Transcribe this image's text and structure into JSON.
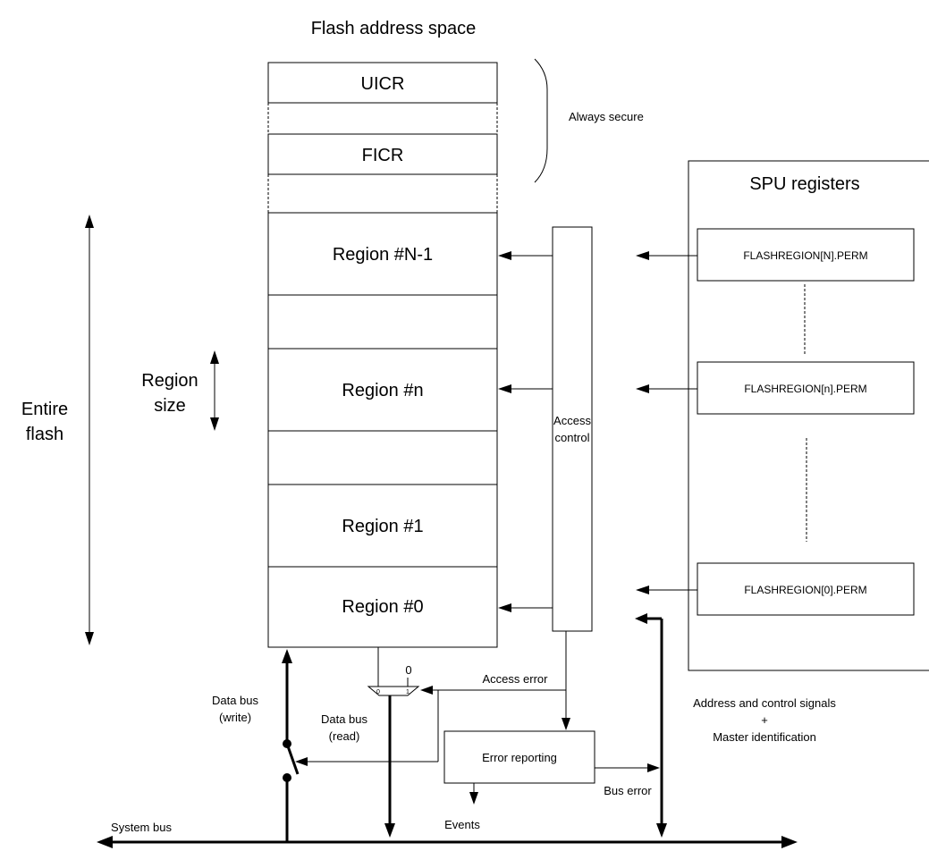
{
  "title": "Flash address space",
  "flash": {
    "uicr": "UICR",
    "ficr": "FICR",
    "regions": [
      "Region #N-1",
      "Region #n",
      "Region #1",
      "Region #0"
    ],
    "always_secure": "Always secure",
    "entire_flash": [
      "Entire",
      "flash"
    ],
    "region_size": [
      "Region",
      "size"
    ]
  },
  "access_control": [
    "Access",
    "control"
  ],
  "spu": {
    "title": "SPU registers",
    "registers": [
      "FLASHREGION[N].PERM",
      "FLASHREGION[n].PERM",
      "FLASHREGION[0].PERM"
    ]
  },
  "mux": {
    "zero": "0",
    "in0": "0",
    "in1": "1"
  },
  "labels": {
    "access_error": "Access error",
    "data_bus_write": [
      "Data bus",
      "(write)"
    ],
    "data_bus_read": [
      "Data bus",
      "(read)"
    ],
    "error_reporting": "Error reporting",
    "bus_error": "Bus error",
    "events": "Events",
    "system_bus": "System bus",
    "address_control": [
      "Address and control signals",
      "+",
      "Master identification"
    ]
  }
}
